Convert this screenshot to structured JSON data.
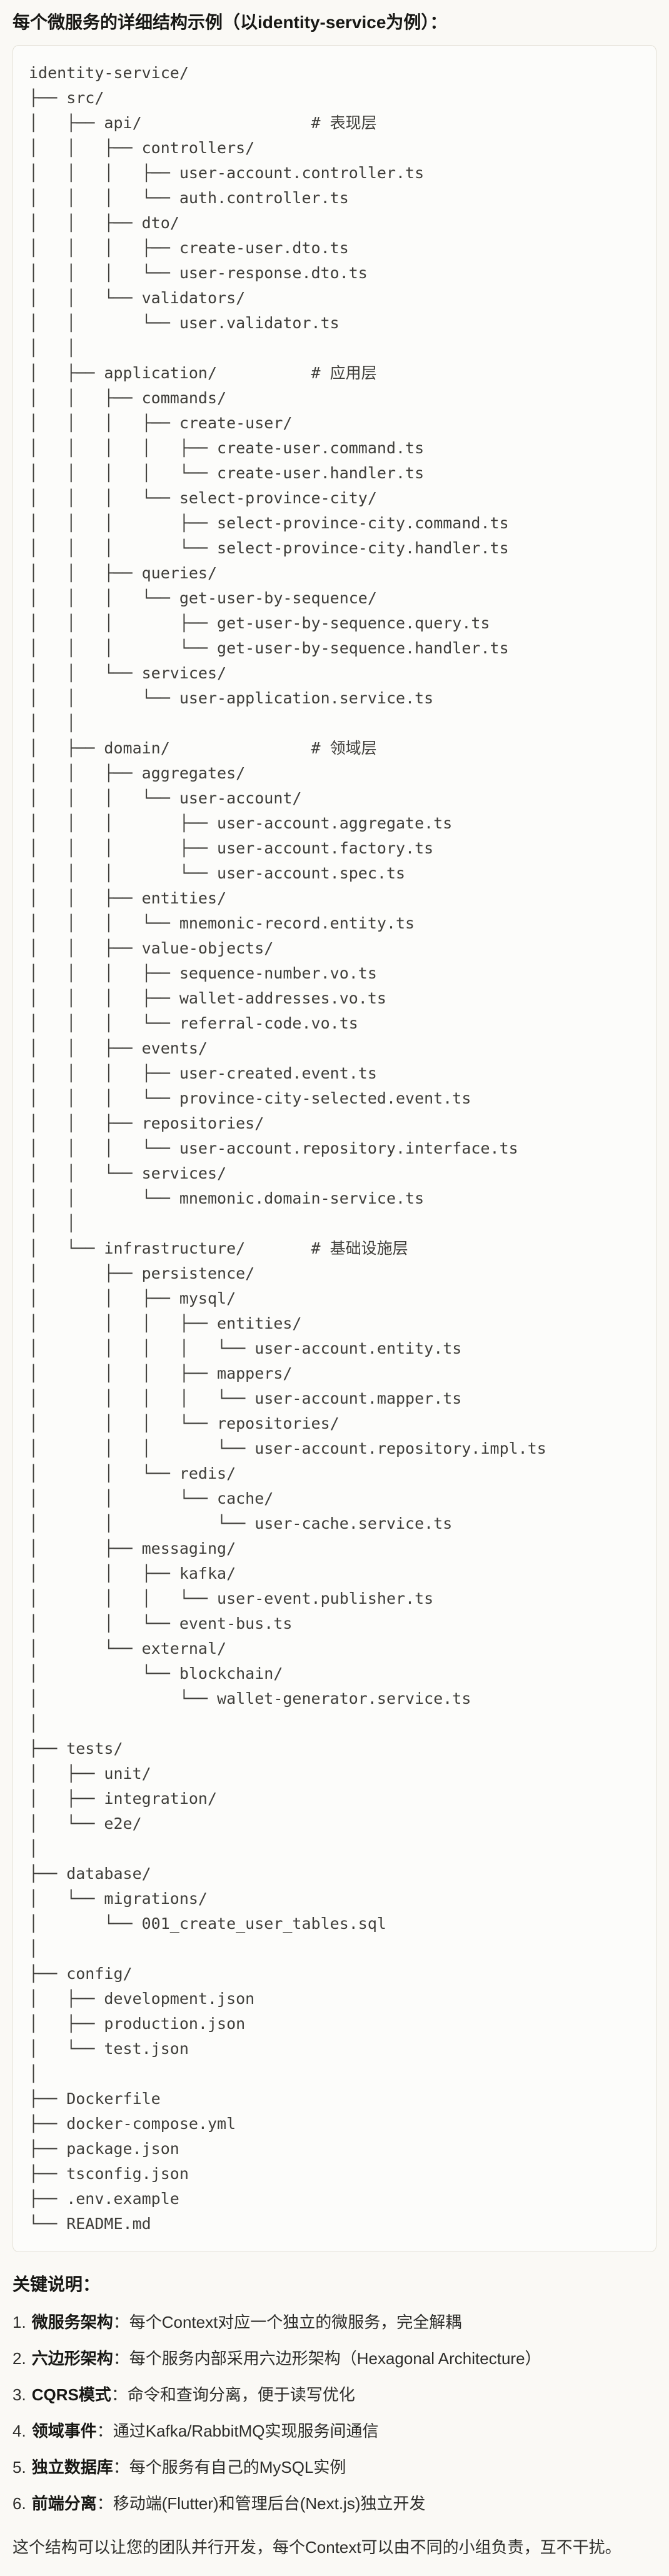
{
  "title": "每个微服务的详细结构示例（以identity-service为例）：",
  "colors": {
    "page_background": "#FAF9F5",
    "code_card_background": "#FCFCFA",
    "code_card_border": "#E4E1D7",
    "heading_text": "#171714",
    "body_text": "#2D2D2A",
    "code_text": "#3F3E3A"
  },
  "tree": {
    "lines": [
      "identity-service/",
      "├── src/",
      "│   ├── api/                  # 表现层",
      "│   │   ├── controllers/",
      "│   │   │   ├── user-account.controller.ts",
      "│   │   │   └── auth.controller.ts",
      "│   │   ├── dto/",
      "│   │   │   ├── create-user.dto.ts",
      "│   │   │   └── user-response.dto.ts",
      "│   │   └── validators/",
      "│   │       └── user.validator.ts",
      "│   │",
      "│   ├── application/          # 应用层",
      "│   │   ├── commands/",
      "│   │   │   ├── create-user/",
      "│   │   │   │   ├── create-user.command.ts",
      "│   │   │   │   └── create-user.handler.ts",
      "│   │   │   └── select-province-city/",
      "│   │   │       ├── select-province-city.command.ts",
      "│   │   │       └── select-province-city.handler.ts",
      "│   │   ├── queries/",
      "│   │   │   └── get-user-by-sequence/",
      "│   │   │       ├── get-user-by-sequence.query.ts",
      "│   │   │       └── get-user-by-sequence.handler.ts",
      "│   │   └── services/",
      "│   │       └── user-application.service.ts",
      "│   │",
      "│   ├── domain/               # 领域层",
      "│   │   ├── aggregates/",
      "│   │   │   └── user-account/",
      "│   │   │       ├── user-account.aggregate.ts",
      "│   │   │       ├── user-account.factory.ts",
      "│   │   │       └── user-account.spec.ts",
      "│   │   ├── entities/",
      "│   │   │   └── mnemonic-record.entity.ts",
      "│   │   ├── value-objects/",
      "│   │   │   ├── sequence-number.vo.ts",
      "│   │   │   ├── wallet-addresses.vo.ts",
      "│   │   │   └── referral-code.vo.ts",
      "│   │   ├── events/",
      "│   │   │   ├── user-created.event.ts",
      "│   │   │   └── province-city-selected.event.ts",
      "│   │   ├── repositories/",
      "│   │   │   └── user-account.repository.interface.ts",
      "│   │   └── services/",
      "│   │       └── mnemonic.domain-service.ts",
      "│   │",
      "│   └── infrastructure/       # 基础设施层",
      "│       ├── persistence/",
      "│       │   ├── mysql/",
      "│       │   │   ├── entities/",
      "│       │   │   │   └── user-account.entity.ts",
      "│       │   │   ├── mappers/",
      "│       │   │   │   └── user-account.mapper.ts",
      "│       │   │   └── repositories/",
      "│       │   │       └── user-account.repository.impl.ts",
      "│       │   └── redis/",
      "│       │       └── cache/",
      "│       │           └── user-cache.service.ts",
      "│       ├── messaging/",
      "│       │   ├── kafka/",
      "│       │   │   └── user-event.publisher.ts",
      "│       │   └── event-bus.ts",
      "│       └── external/",
      "│           └── blockchain/",
      "│               └── wallet-generator.service.ts",
      "│",
      "├── tests/",
      "│   ├── unit/",
      "│   ├── integration/",
      "│   └── e2e/",
      "│",
      "├── database/",
      "│   └── migrations/",
      "│       └── 001_create_user_tables.sql",
      "│",
      "├── config/",
      "│   ├── development.json",
      "│   ├── production.json",
      "│   └── test.json",
      "│",
      "├── Dockerfile",
      "├── docker-compose.yml",
      "├── package.json",
      "├── tsconfig.json",
      "├── .env.example",
      "└── README.md"
    ]
  },
  "notes": {
    "heading": "关键说明：",
    "items": [
      {
        "num": "1.",
        "term": "微服务架构",
        "desc": "：每个Context对应一个独立的微服务，完全解耦"
      },
      {
        "num": "2.",
        "term": "六边形架构",
        "desc": "：每个服务内部采用六边形架构（Hexagonal Architecture）"
      },
      {
        "num": "3.",
        "term": "CQRS模式",
        "desc": "：命令和查询分离，便于读写优化"
      },
      {
        "num": "4.",
        "term": "领域事件",
        "desc": "：通过Kafka/RabbitMQ实现服务间通信"
      },
      {
        "num": "5.",
        "term": "独立数据库",
        "desc": "：每个服务有自己的MySQL实例"
      },
      {
        "num": "6.",
        "term": "前端分离",
        "desc": "：移动端(Flutter)和管理后台(Next.js)独立开发"
      }
    ],
    "closing": "这个结构可以让您的团队并行开发，每个Context可以由不同的小组负责，互不干扰。"
  }
}
